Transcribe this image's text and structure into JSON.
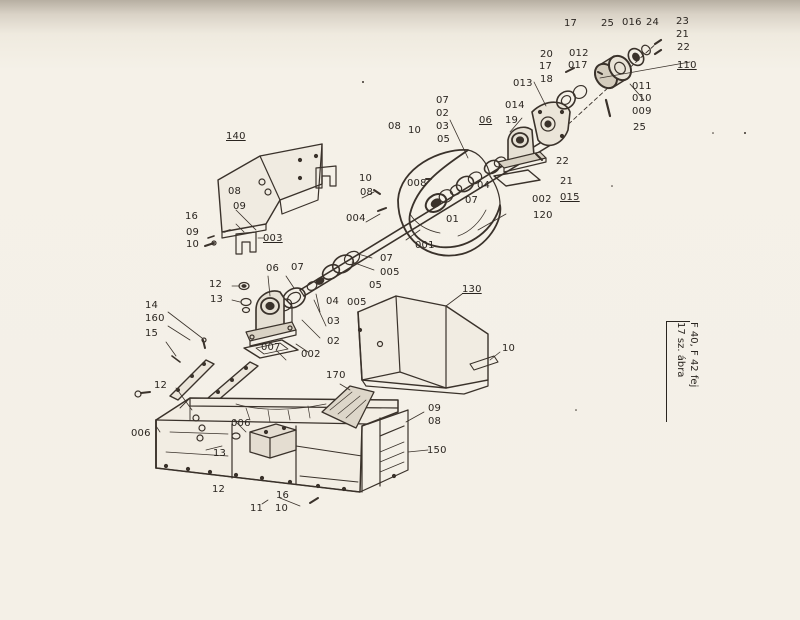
{
  "labels": [
    {
      "t": "17"
    },
    {
      "t": "25"
    },
    {
      "t": "016"
    },
    {
      "t": "24"
    },
    {
      "t": "23"
    },
    {
      "t": "21"
    },
    {
      "t": "22"
    },
    {
      "t": "20"
    },
    {
      "t": "012"
    },
    {
      "t": "17"
    },
    {
      "t": "017"
    },
    {
      "t": "110"
    },
    {
      "t": "18"
    },
    {
      "t": "013"
    },
    {
      "t": "011"
    },
    {
      "t": "010"
    },
    {
      "t": "009"
    },
    {
      "t": "25"
    },
    {
      "t": "07"
    },
    {
      "t": "02"
    },
    {
      "t": "03"
    },
    {
      "t": "05"
    },
    {
      "t": "08"
    },
    {
      "t": "10"
    },
    {
      "t": "014"
    },
    {
      "t": "06"
    },
    {
      "t": "19"
    },
    {
      "t": "140"
    },
    {
      "t": "22"
    },
    {
      "t": "21"
    },
    {
      "t": "015"
    },
    {
      "t": "10"
    },
    {
      "t": "008"
    },
    {
      "t": "04"
    },
    {
      "t": "08"
    },
    {
      "t": "07"
    },
    {
      "t": "002"
    },
    {
      "t": "08"
    },
    {
      "t": "09"
    },
    {
      "t": "004"
    },
    {
      "t": "01"
    },
    {
      "t": "120"
    },
    {
      "t": "16"
    },
    {
      "t": "09"
    },
    {
      "t": "003"
    },
    {
      "t": "10"
    },
    {
      "t": "001"
    },
    {
      "t": "07"
    },
    {
      "t": "005"
    },
    {
      "t": "06"
    },
    {
      "t": "07"
    },
    {
      "t": "05"
    },
    {
      "t": "12"
    },
    {
      "t": "130"
    },
    {
      "t": "13"
    },
    {
      "t": "04"
    },
    {
      "t": "005"
    },
    {
      "t": "14"
    },
    {
      "t": "160"
    },
    {
      "t": "03"
    },
    {
      "t": "15"
    },
    {
      "t": "02"
    },
    {
      "t": "002"
    },
    {
      "t": "10"
    },
    {
      "t": "007"
    },
    {
      "t": "170"
    },
    {
      "t": "12"
    },
    {
      "t": "09"
    },
    {
      "t": "006"
    },
    {
      "t": "08"
    },
    {
      "t": "006"
    },
    {
      "t": "13"
    },
    {
      "t": "150"
    },
    {
      "t": "12"
    },
    {
      "t": "16"
    },
    {
      "t": "11"
    },
    {
      "t": "10"
    }
  ],
  "caption": {
    "line1": "F 40, F 42   fej",
    "line2": "17 sz. ábra"
  }
}
